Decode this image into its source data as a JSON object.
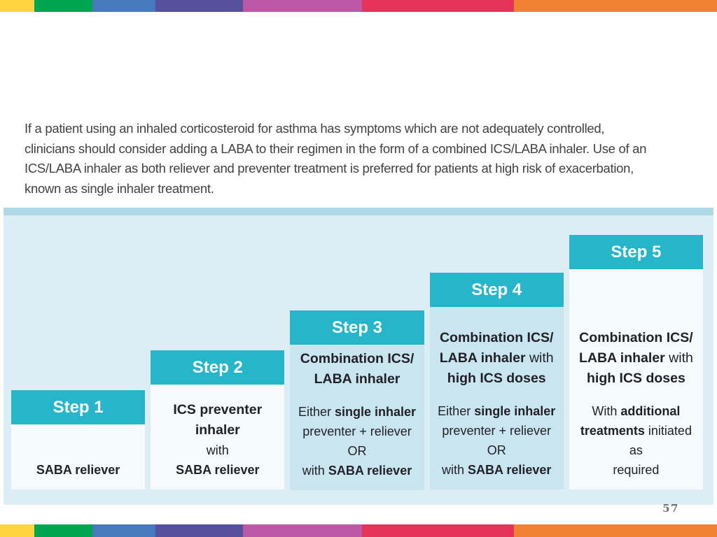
{
  "colors": {
    "teal": "#27B5C9",
    "panel_bg": "#DCEDF5",
    "panel_strip": "#AFD9E7",
    "body_light": "#F5FAFC",
    "body_blue": "#C9E5EF",
    "text_dark": "#232128"
  },
  "decor": {
    "stripe_colors": [
      "#FFD23F",
      "#00A551",
      "#4779BD",
      "#55519F",
      "#BC58A6",
      "#E5335A",
      "#F08032"
    ],
    "stripe_widths": [
      49,
      83,
      90,
      125,
      170,
      217,
      290
    ]
  },
  "intro": {
    "lines": [
      "If a patient using an inhaled corticosteroid for asthma has symptoms which are not adequately controlled,",
      "clinicians should consider adding a LABA to their regimen in the form of a combined ICS/LABA inhaler. Use of an",
      "ICS/LABA inhaler as both reliever and preventer treatment is preferred for patients at high risk of exacerbation,",
      "known as single inhaler treatment."
    ]
  },
  "chart_data": {
    "type": "step-diagram",
    "column_heights": [
      142,
      199,
      256,
      310,
      364
    ],
    "steps": [
      {
        "label": "Step 1",
        "body_tint": "light",
        "gap": false,
        "title_lines": [],
        "detail_lines": [
          [
            {
              "t": "SABA reliever",
              "b": true
            }
          ]
        ]
      },
      {
        "label": "Step 2",
        "body_tint": "light",
        "gap": false,
        "title_lines": [
          [
            {
              "t": "ICS preventer",
              "b": true
            }
          ],
          [
            {
              "t": "inhaler",
              "b": true
            }
          ]
        ],
        "detail_lines": [
          [
            {
              "t": "with",
              "b": false
            }
          ],
          [
            {
              "t": "SABA reliever",
              "b": true
            }
          ]
        ]
      },
      {
        "label": "Step 3",
        "body_tint": "blue",
        "gap": true,
        "title_lines": [
          [
            {
              "t": "Combination ICS/",
              "b": true
            }
          ],
          [
            {
              "t": "LABA inhaler",
              "b": true
            }
          ]
        ],
        "detail_lines": [
          [
            {
              "t": "Either ",
              "b": false
            },
            {
              "t": "single inhaler",
              "b": true
            }
          ],
          [
            {
              "t": "preventer + reliever",
              "b": false
            }
          ],
          [
            {
              "t": "OR",
              "b": false
            }
          ],
          [
            {
              "t": "with ",
              "b": false
            },
            {
              "t": "SABA reliever",
              "b": true
            }
          ]
        ]
      },
      {
        "label": "Step 4",
        "body_tint": "blue",
        "gap": true,
        "title_lines": [
          [
            {
              "t": "Combination ICS/",
              "b": true
            }
          ],
          [
            {
              "t": "LABA inhaler",
              "b": true
            },
            {
              "t": " with",
              "b": false
            }
          ],
          [
            {
              "t": "high ICS doses",
              "b": true
            }
          ]
        ],
        "detail_lines": [
          [
            {
              "t": "Either ",
              "b": false
            },
            {
              "t": "single inhaler",
              "b": true
            }
          ],
          [
            {
              "t": "preventer + reliever",
              "b": false
            }
          ],
          [
            {
              "t": "OR",
              "b": false
            }
          ],
          [
            {
              "t": "with ",
              "b": false
            },
            {
              "t": "SABA reliever",
              "b": true
            }
          ]
        ]
      },
      {
        "label": "Step 5",
        "body_tint": "light",
        "gap": true,
        "title_lines": [
          [
            {
              "t": "Combination ICS/",
              "b": true
            }
          ],
          [
            {
              "t": "LABA inhaler",
              "b": true
            },
            {
              "t": " with",
              "b": false
            }
          ],
          [
            {
              "t": "high ICS doses",
              "b": true
            }
          ]
        ],
        "detail_lines": [
          [
            {
              "t": "With ",
              "b": false
            },
            {
              "t": "additional",
              "b": true
            }
          ],
          [
            {
              "t": "treatments",
              "b": true
            },
            {
              "t": " initiated as",
              "b": false
            }
          ],
          [
            {
              "t": "required",
              "b": false
            }
          ]
        ]
      }
    ]
  },
  "footer": {
    "page_number": "57"
  }
}
